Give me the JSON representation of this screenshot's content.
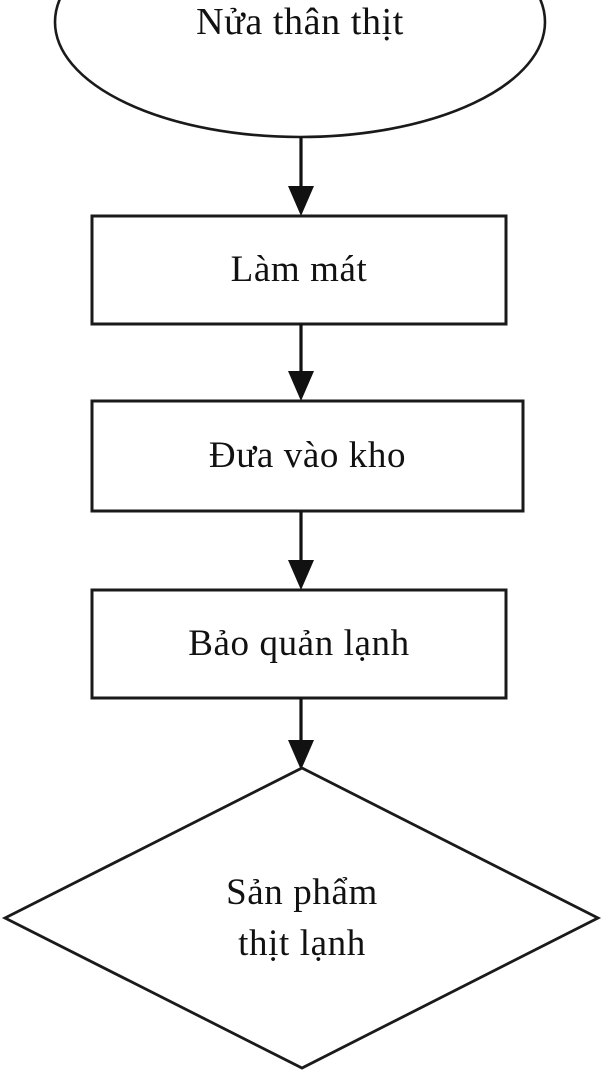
{
  "diagram": {
    "type": "flowchart",
    "orientation": "top-to-bottom",
    "language": "vi",
    "background_color": "#ffffff",
    "stroke_color": "#111111",
    "fill_color": "#ffffff",
    "nodes": [
      {
        "id": "start",
        "shape": "ellipse",
        "label": "Nửa thân thịt",
        "note": "top of ellipse is clipped by the image frame"
      },
      {
        "id": "process-1",
        "shape": "rectangle",
        "label": "Làm mát"
      },
      {
        "id": "process-2",
        "shape": "rectangle",
        "label": "Đưa vào kho"
      },
      {
        "id": "process-3",
        "shape": "rectangle",
        "label": "Bảo quản lạnh"
      },
      {
        "id": "end",
        "shape": "diamond",
        "label_line_1": "Sản phẩm",
        "label_line_2": "thịt lạnh"
      }
    ],
    "edges": [
      {
        "id": "edge-1",
        "from": "start",
        "to": "process-1",
        "arrow": "down",
        "label": ""
      },
      {
        "id": "edge-2",
        "from": "process-1",
        "to": "process-2",
        "arrow": "down",
        "label": ""
      },
      {
        "id": "edge-3",
        "from": "process-2",
        "to": "process-3",
        "arrow": "down",
        "label": ""
      },
      {
        "id": "edge-4",
        "from": "process-3",
        "to": "end",
        "arrow": "down",
        "label": ""
      }
    ]
  }
}
